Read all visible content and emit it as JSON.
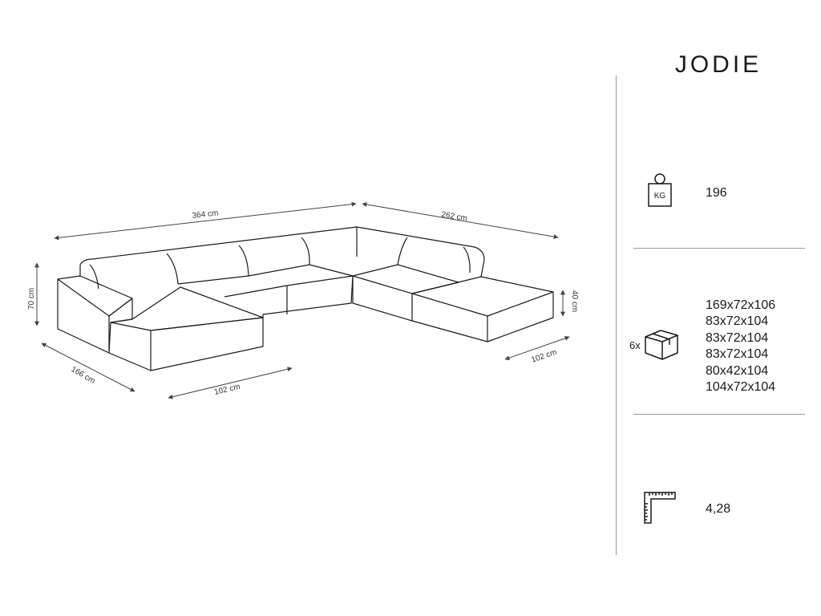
{
  "product": {
    "name": "JODIE"
  },
  "dimensions": {
    "total_width": "364 cm",
    "right_width": "262 cm",
    "height": "70 cm",
    "seat_height": "40 cm",
    "left_depth": "166 cm",
    "left_seat_depth": "102 cm",
    "right_seat_depth": "102 cm"
  },
  "specs": {
    "weight": {
      "icon": "weight-kg-icon",
      "icon_text": "KG",
      "value": "196"
    },
    "packages": {
      "icon": "package-box-icon",
      "count": "6x",
      "boxes": [
        "169x72x106",
        "83x72x104",
        "83x72x104",
        "83x72x104",
        "80x42x104",
        "104x72x104"
      ]
    },
    "volume": {
      "icon": "ruler-square-icon",
      "value": "4,28"
    }
  },
  "colors": {
    "line": "#1a1a1a",
    "divider": "#9a9a9a",
    "dim_arrow": "#444444"
  }
}
